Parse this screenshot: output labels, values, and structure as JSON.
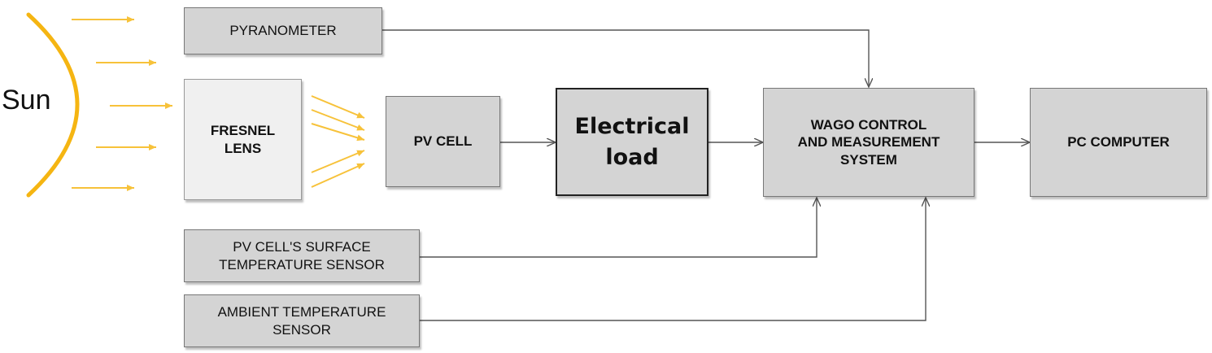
{
  "sun_label": "Sun",
  "blocks": {
    "pyranometer": [
      "PYRANOMETER"
    ],
    "fresnel_lens": [
      "FRESNEL",
      "LENS"
    ],
    "pv_cell": [
      "PV CELL"
    ],
    "electrical_load": [
      "Electrical",
      "load"
    ],
    "wago": [
      "WAGO CONTROL",
      "AND MEASUREMENT",
      "SYSTEM"
    ],
    "pc_computer": [
      "PC COMPUTER"
    ],
    "surface_temp_sensor": [
      "PV CELL'S SURFACE",
      "TEMPERATURE SENSOR"
    ],
    "ambient_temp_sensor": [
      "AMBIENT TEMPERATURE",
      "SENSOR"
    ]
  },
  "colors": {
    "sun": "#f5b512",
    "sun_rays": "#f7c23a",
    "box_fill": "#d4d4d4",
    "lens_fill": "#f0f0f0",
    "connector": "#555555"
  }
}
